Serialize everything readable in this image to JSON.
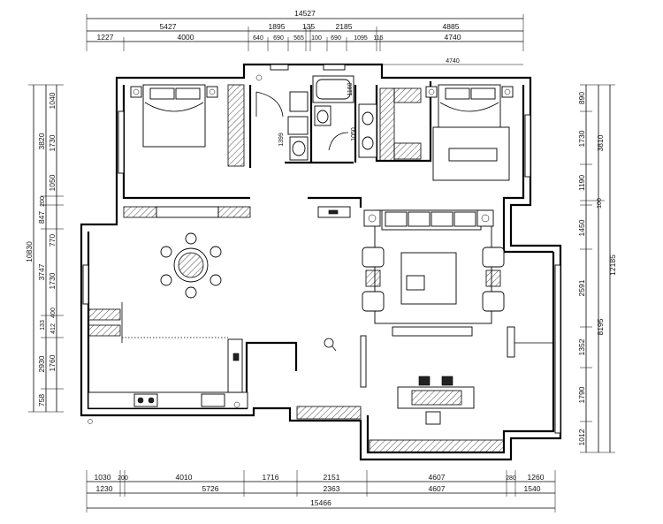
{
  "top_dims": {
    "total": "14527",
    "row2": [
      "5427",
      "1895",
      "135",
      "2185",
      "4885"
    ],
    "row3": [
      "1227",
      "4000",
      "640",
      "690",
      "565",
      "100",
      "690",
      "1095",
      "115",
      "4740"
    ]
  },
  "bottom_dims": {
    "row1": [
      "1030",
      "200",
      "4010",
      "1716",
      "2151",
      "4607",
      "280",
      "1260"
    ],
    "row2": [
      "1230",
      "5726",
      "2363",
      "4607",
      "1540"
    ],
    "total": "15466"
  },
  "left_dims": {
    "outer": "10830",
    "mid": [
      "3820",
      "200",
      "847",
      "3747",
      "133",
      "2930",
      "758"
    ],
    "inner": [
      "1040",
      "1730",
      "1050",
      "770",
      "1730",
      "400",
      "412",
      "1760"
    ]
  },
  "right_dims": {
    "outer": "12185",
    "mid": [
      "3810",
      "8195"
    ],
    "inner": [
      "890",
      "1730",
      "1190",
      "100",
      "1450",
      "2591",
      "1352",
      "1790",
      "1012"
    ]
  },
  "interior_labels": {
    "bedroom_width": "4740",
    "bath_a": "1160",
    "bath_b": "1399",
    "bath_c": "1050"
  }
}
